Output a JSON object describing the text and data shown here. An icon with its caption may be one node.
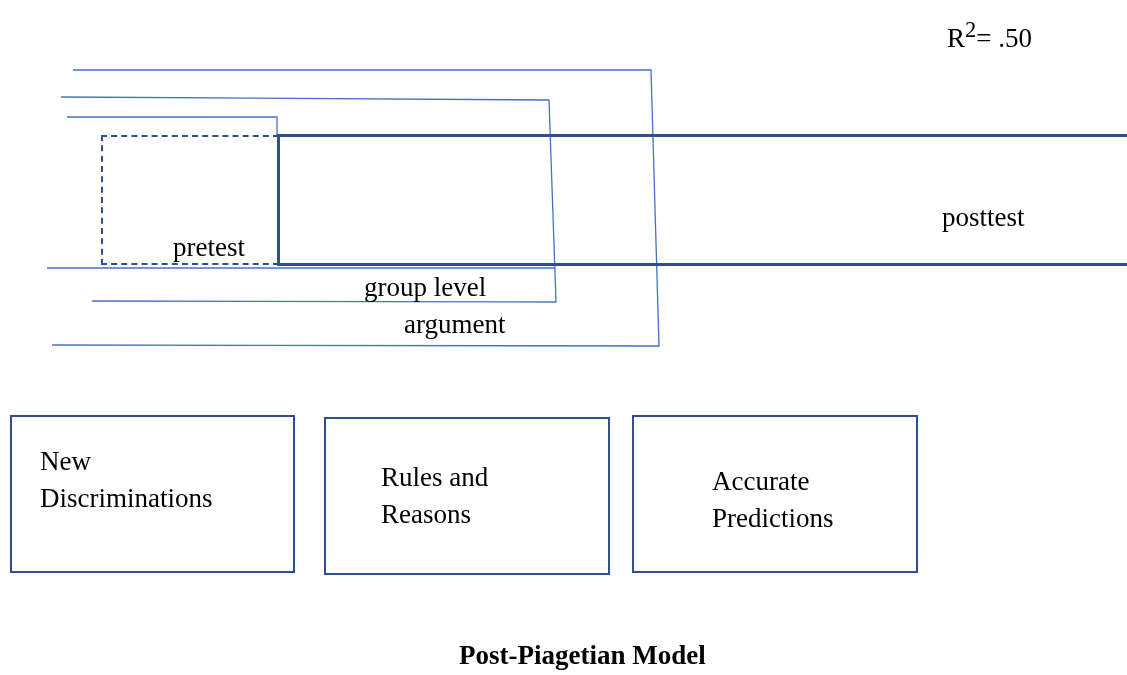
{
  "diagram": {
    "caption": "Post-Piagetian Model",
    "nodes": [
      {
        "text": [
          "pretest"
        ]
      },
      {
        "text": [
          "posttest"
        ]
      },
      {
        "text": [
          "New Discriminations"
        ]
      },
      {
        "text": [
          "Rules and Reasons"
        ]
      },
      {
        "text": [
          "Accurate Predictions"
        ]
      }
    ],
    "labels": [
      "R$^{2}$= .50",
      "group level",
      "argument"
    ]
  }
}
